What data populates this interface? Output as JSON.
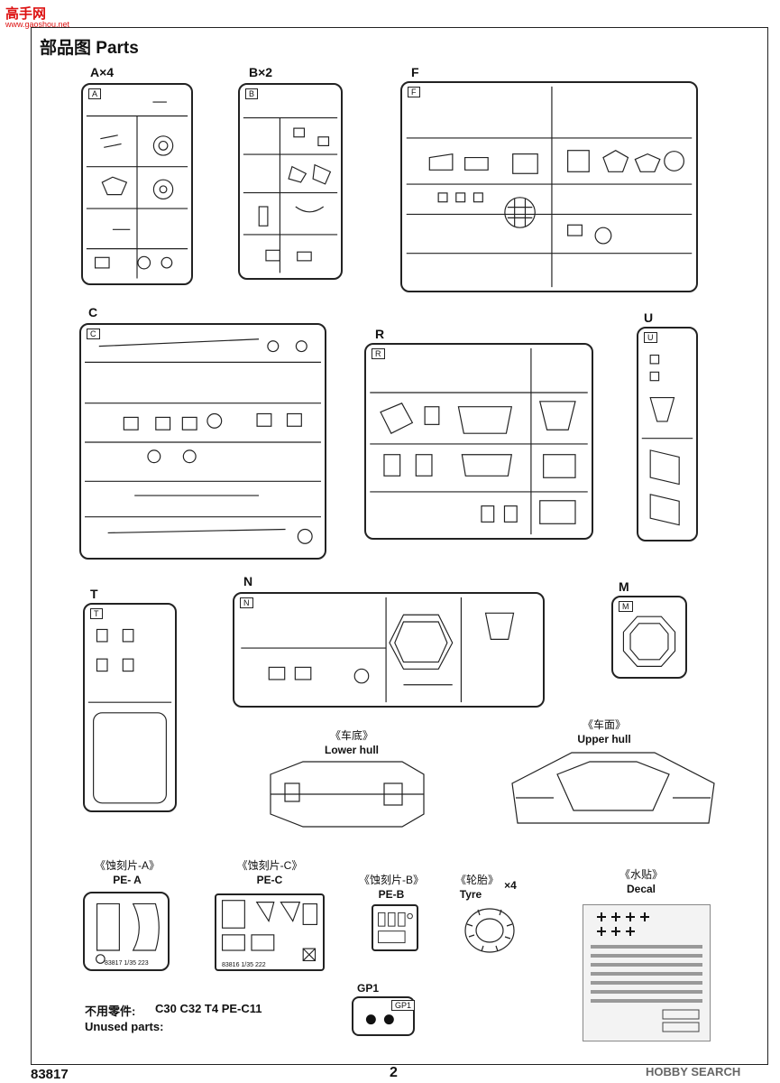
{
  "brand": {
    "logo": "高手网",
    "url": "www.gaoshou.net"
  },
  "heading": "部品图 Parts",
  "sprues": [
    {
      "id": "A",
      "label": "A×4"
    },
    {
      "id": "B",
      "label": "B×2"
    },
    {
      "id": "F",
      "label": "F"
    },
    {
      "id": "C",
      "label": "C"
    },
    {
      "id": "R",
      "label": "R"
    },
    {
      "id": "U",
      "label": "U"
    },
    {
      "id": "T",
      "label": "T"
    },
    {
      "id": "N",
      "label": "N"
    },
    {
      "id": "M",
      "label": "M"
    }
  ],
  "lower_hull": {
    "cn": "《车底》",
    "en": "Lower hull"
  },
  "upper_hull": {
    "cn": "《车面》",
    "en": "Upper hull"
  },
  "pe_a": {
    "cn": "《蚀刻片-A》",
    "en": "PE- A",
    "code": "83817 1/35 223"
  },
  "pe_c": {
    "cn": "《蚀刻片-C》",
    "en": "PE-C",
    "code": "83816 1/35 222"
  },
  "pe_b": {
    "cn": "《蚀刻片-B》",
    "en": "PE-B"
  },
  "tyre": {
    "cn": "《轮胎》",
    "en": "Tyre",
    "qty": "×4"
  },
  "decal": {
    "cn": "《水贴》",
    "en": "Decal"
  },
  "gp1": {
    "label": "GP1",
    "tag": "GP1"
  },
  "unused": {
    "cn": "不用零件:",
    "parts": "C30  C32  T4  PE-C11",
    "en": "Unused parts:"
  },
  "footer": {
    "kit_number": "83817",
    "page_number": "2"
  },
  "watermark": "HOBBY SEARCH"
}
